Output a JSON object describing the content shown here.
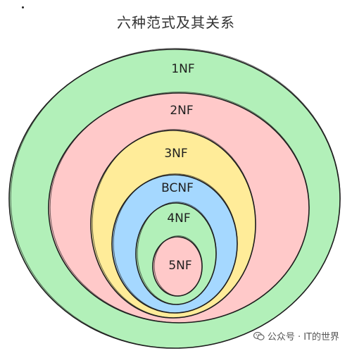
{
  "diagram": {
    "title": "六种范式及其关系",
    "levels": [
      {
        "label": "1NF",
        "fill": "#b2f0b9"
      },
      {
        "label": "2NF",
        "fill": "#ffc9c9"
      },
      {
        "label": "3NF",
        "fill": "#ffec99"
      },
      {
        "label": "BCNF",
        "fill": "#a5d8ff"
      },
      {
        "label": "4NF",
        "fill": "#b2f0b9"
      },
      {
        "label": "5NF",
        "fill": "#ffc9c9"
      }
    ],
    "stroke": "#1e1e1e"
  },
  "watermark": {
    "text": "公众号 · IT的世界",
    "icon": "wechat-icon"
  }
}
